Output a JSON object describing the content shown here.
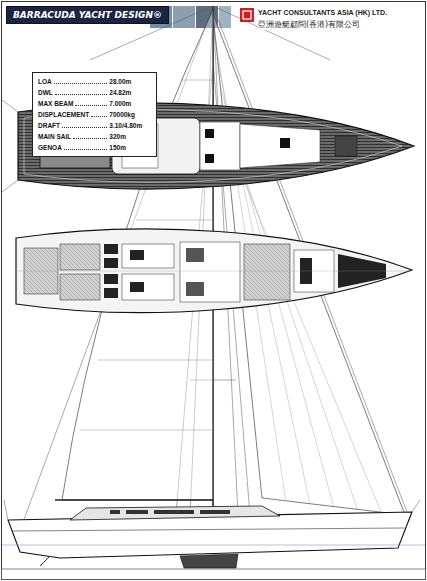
{
  "diagram": {
    "nodes": [
      {
        "text": [
          "BARRACUDA YACHT DESIGN®"
        ]
      },
      {
        "text": [
          "LOA",
          "28.00m",
          "DWL",
          "24.82m",
          "MAX BEAM",
          "7.000m",
          "DISPLACEMENT",
          "70000kg",
          "DRAFT",
          "3.10/4.80m",
          "MAIN SAIL",
          "320m",
          "GENOA",
          "150m"
        ]
      }
    ],
    "labels": [
      "YACHT CONSULTANTS ASIA (HK) LTD.",
      "亞洲遊艇顧問(香港)有限公司"
    ]
  }
}
